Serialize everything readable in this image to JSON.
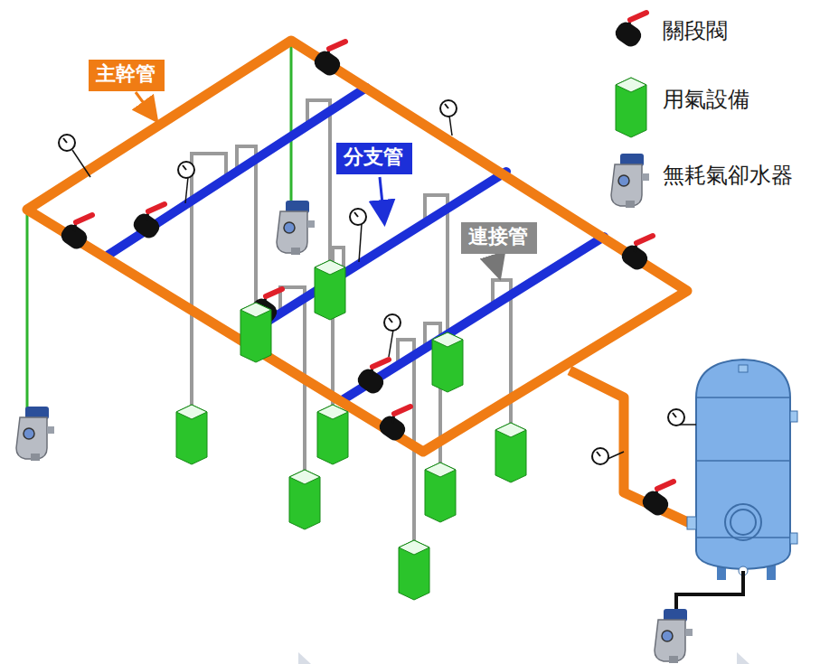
{
  "diagram": {
    "nodes": [
      {
        "text": [
          "主幹管"
        ]
      },
      {
        "text": [
          "分支管"
        ]
      },
      {
        "text": [
          "連接管"
        ]
      }
    ],
    "legend": [
      {
        "text": "關段閥"
      },
      {
        "text": "用氣設備"
      },
      {
        "text": "無耗氣卻水器"
      }
    ]
  }
}
